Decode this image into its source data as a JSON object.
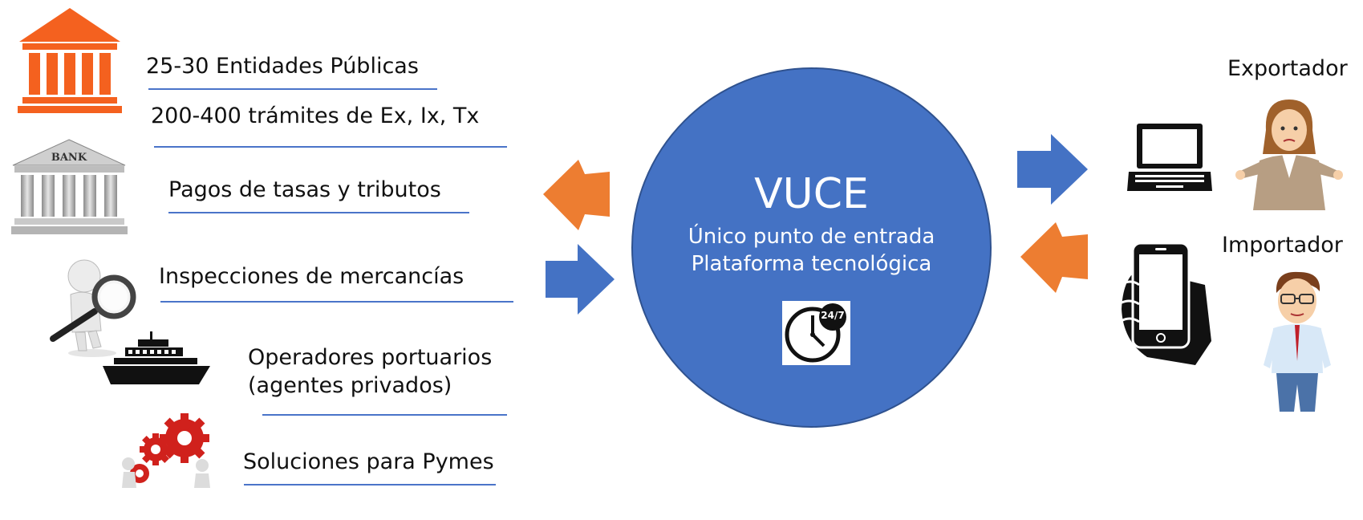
{
  "left_items": [
    {
      "label": "25-30 Entidades Públicas",
      "icon": "government-building-icon"
    },
    {
      "label": "200-400 trámites de Ex, Ix, Tx",
      "icon": ""
    },
    {
      "label": "Pagos de tasas y tributos",
      "icon": "bank-building-icon",
      "icon_text": "BANK"
    },
    {
      "label": "Inspecciones de mercancías",
      "icon": "magnifier-figure-icon"
    },
    {
      "label": "Operadores portuarios",
      "label2": "(agentes privados)",
      "icon": "ship-icon"
    },
    {
      "label": "Soluciones para Pymes",
      "icon": "gears-figure-icon"
    }
  ],
  "center": {
    "title": "VUCE",
    "line1": "Único punto de entrada",
    "line2": "Plataforma tecnológica",
    "badge": "24/7",
    "badge_icon": "clock-icon"
  },
  "right_items": [
    {
      "label": "Exportador",
      "device_icon": "laptop-icon",
      "person_icon": "businesswoman-icon"
    },
    {
      "label": "Importador",
      "device_icon": "smartphone-icon",
      "person_icon": "businessman-icon"
    }
  ],
  "colors": {
    "circle": "#4472c4",
    "arrow_blue": "#4472c4",
    "arrow_orange": "#ed7d31",
    "building_orange": "#f4611f",
    "underline": "#4a74c9"
  }
}
